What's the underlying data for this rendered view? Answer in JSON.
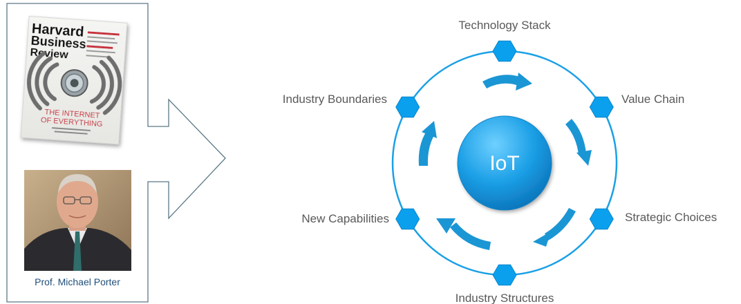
{
  "magazine": {
    "title_lines": [
      "Harvard",
      "Business",
      "Review"
    ],
    "cover_headline_lines": [
      "THE INTERNET",
      "OF EVERYTHING"
    ]
  },
  "portrait": {
    "caption": "Prof. Michael Porter"
  },
  "cycle": {
    "center_label": "IoT",
    "nodes": [
      {
        "label": "Technology Stack"
      },
      {
        "label": "Value Chain"
      },
      {
        "label": "Strategic Choices"
      },
      {
        "label": "Industry Structures"
      },
      {
        "label": "New Capabilities"
      },
      {
        "label": "Industry Boundaries"
      }
    ]
  },
  "colors": {
    "accent": "#1aa0e6",
    "hexagon": "#0aa0ee",
    "arrow": "#1b96d4",
    "frame": "#5a7886",
    "caption": "#1f4e79"
  }
}
